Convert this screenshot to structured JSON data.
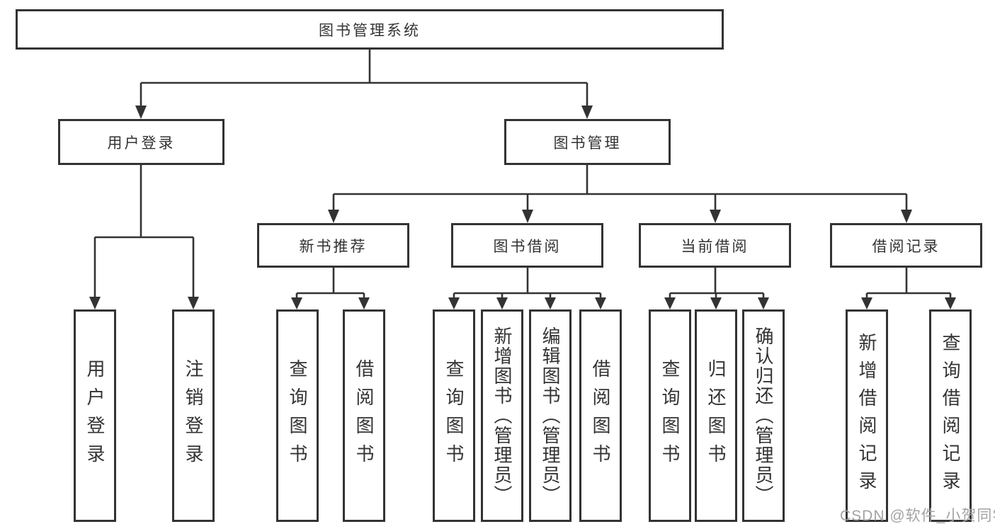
{
  "colors": {
    "line": "#333333",
    "text": "#333333",
    "watermark": "#a3a3a3",
    "background": "#ffffff"
  },
  "nodes": {
    "root": {
      "label": "图书管理系统"
    },
    "user_login": {
      "label": "用户登录"
    },
    "book_mgmt": {
      "label": "图书管理"
    },
    "new_book_rec": {
      "label": "新书推荐"
    },
    "book_borrow": {
      "label": "图书借阅"
    },
    "current_borrow": {
      "label": "当前借阅"
    },
    "borrow_record": {
      "label": "借阅记录"
    },
    "leaf_user_login": {
      "label": "用户登录"
    },
    "leaf_logout": {
      "label": "注销登录"
    },
    "leaf_nbr_query": {
      "label": "查询图书"
    },
    "leaf_nbr_borrow": {
      "label": "借阅图书"
    },
    "leaf_bb_query": {
      "label": "查询图书"
    },
    "leaf_bb_add": {
      "label": "新增图书（管理员）"
    },
    "leaf_bb_edit": {
      "label": "编辑图书（管理员）"
    },
    "leaf_bb_borrow": {
      "label": "借阅图书"
    },
    "leaf_cb_query": {
      "label": "查询图书"
    },
    "leaf_cb_return": {
      "label": "归还图书"
    },
    "leaf_cb_confirm": {
      "label": "确认归还（管理员）"
    },
    "leaf_br_add": {
      "label": "新增借阅记录"
    },
    "leaf_br_query": {
      "label": "查询借阅记录"
    }
  },
  "edges": [
    [
      "root",
      "user_login"
    ],
    [
      "root",
      "book_mgmt"
    ],
    [
      "user_login",
      "leaf_user_login"
    ],
    [
      "user_login",
      "leaf_logout"
    ],
    [
      "book_mgmt",
      "new_book_rec"
    ],
    [
      "book_mgmt",
      "book_borrow"
    ],
    [
      "book_mgmt",
      "current_borrow"
    ],
    [
      "book_mgmt",
      "borrow_record"
    ],
    [
      "new_book_rec",
      "leaf_nbr_query"
    ],
    [
      "new_book_rec",
      "leaf_nbr_borrow"
    ],
    [
      "book_borrow",
      "leaf_bb_query"
    ],
    [
      "book_borrow",
      "leaf_bb_add"
    ],
    [
      "book_borrow",
      "leaf_bb_edit"
    ],
    [
      "book_borrow",
      "leaf_bb_borrow"
    ],
    [
      "current_borrow",
      "leaf_cb_query"
    ],
    [
      "current_borrow",
      "leaf_cb_return"
    ],
    [
      "current_borrow",
      "leaf_cb_confirm"
    ],
    [
      "borrow_record",
      "leaf_br_add"
    ],
    [
      "borrow_record",
      "leaf_br_query"
    ]
  ],
  "watermark": {
    "text": "CSDN @软件_小贺同学"
  }
}
